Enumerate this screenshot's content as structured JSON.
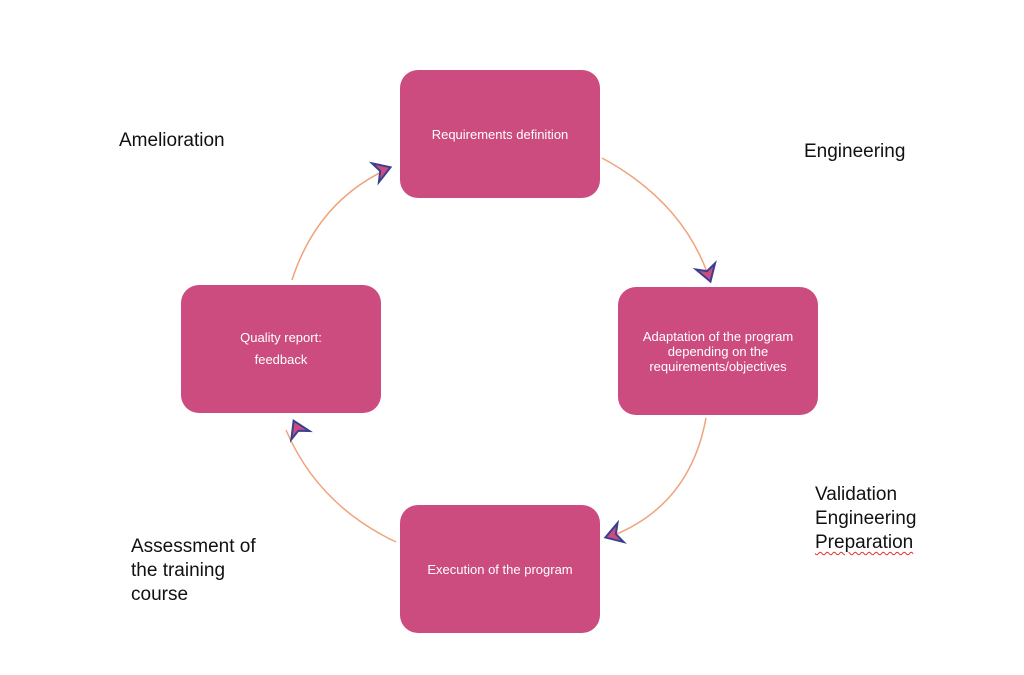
{
  "colors": {
    "box_fill": "#cc4c7f",
    "connector": "#f0a27a",
    "arrow_fill": "#cc4c7f",
    "arrow_stroke": "#3a3f8f",
    "spellcheck_underline": "#e0302c"
  },
  "boxes": {
    "requirements": {
      "label": "Requirements definition"
    },
    "adaptation": {
      "lines": [
        "Adaptation of the program",
        "depending on the",
        "requirements/objectives"
      ]
    },
    "execution": {
      "label": "Execution of the program"
    },
    "quality": {
      "lines": [
        "Quality report:",
        "feedback"
      ]
    }
  },
  "phases": {
    "amelioration": "Amelioration",
    "engineering": "Engineering",
    "validation": [
      "Validation",
      "Engineering",
      "Preparation"
    ],
    "assessment": [
      "Assessment of",
      "the training",
      "course"
    ]
  },
  "arrow_shape": "chevron"
}
